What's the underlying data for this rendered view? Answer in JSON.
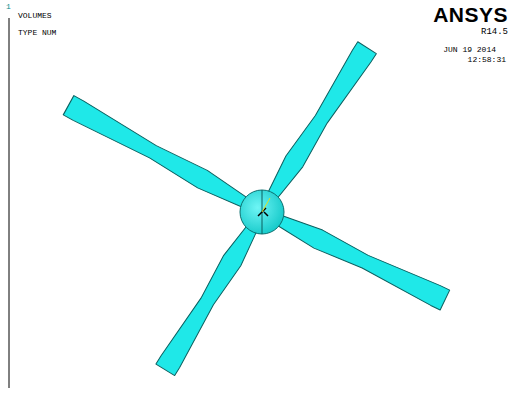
{
  "diagram": {
    "labels": [
      "1",
      "VOLUMES",
      "TYPE NUM",
      "ANSYS",
      "R14.5",
      "JUN 19 2014",
      "12:58:31"
    ]
  }
}
